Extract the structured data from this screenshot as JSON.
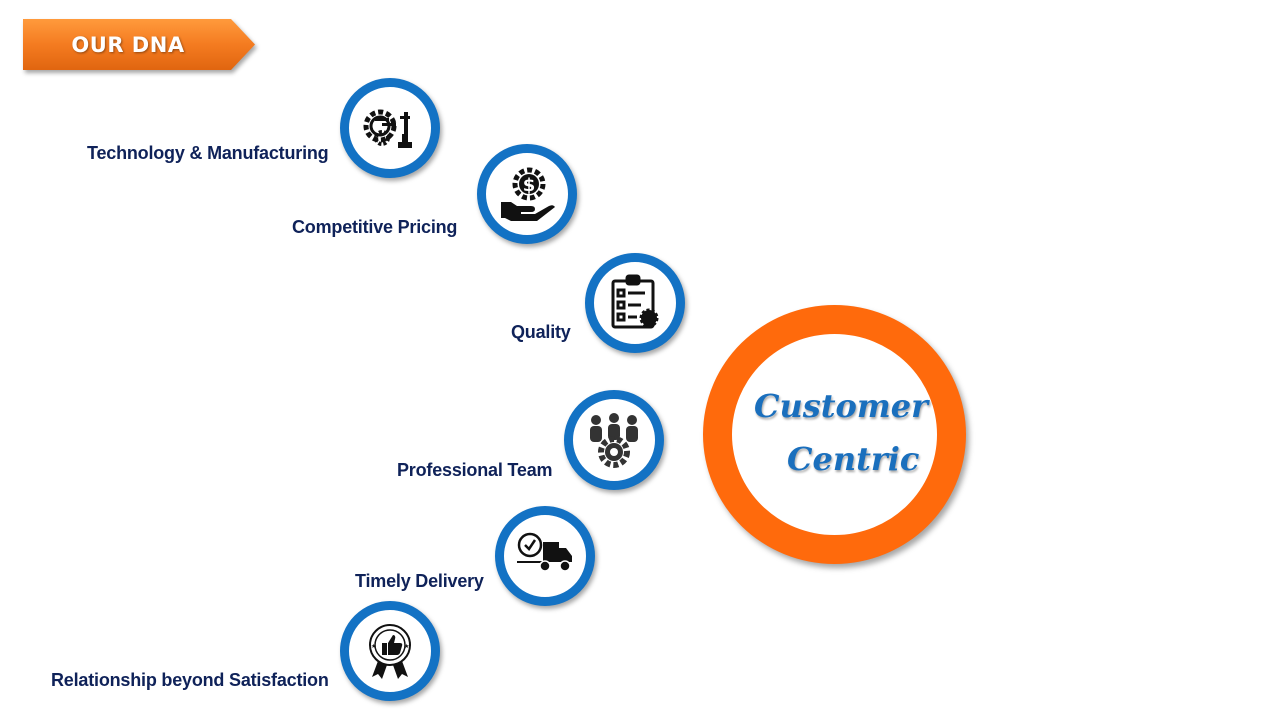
{
  "banner": {
    "title": "OUR DNA"
  },
  "items": [
    {
      "label": "Technology & Manufacturing",
      "icon": "gear-microscope-icon"
    },
    {
      "label": "Competitive Pricing",
      "icon": "hand-dollar-gear-icon"
    },
    {
      "label": "Quality",
      "icon": "clipboard-checklist-badge-icon"
    },
    {
      "label": "Professional Team",
      "icon": "team-gear-icon"
    },
    {
      "label": "Timely Delivery",
      "icon": "clock-truck-icon"
    },
    {
      "label": "Relationship beyond Satisfaction",
      "icon": "thumbs-up-award-icon"
    }
  ],
  "center": {
    "line1": "Customer",
    "line2": "Centric"
  },
  "colors": {
    "banner": "#f47b20",
    "ring": "#1372c4",
    "center_ring": "#ff6a0c",
    "label": "#0f2259",
    "center_text": "#1a6fbd"
  }
}
